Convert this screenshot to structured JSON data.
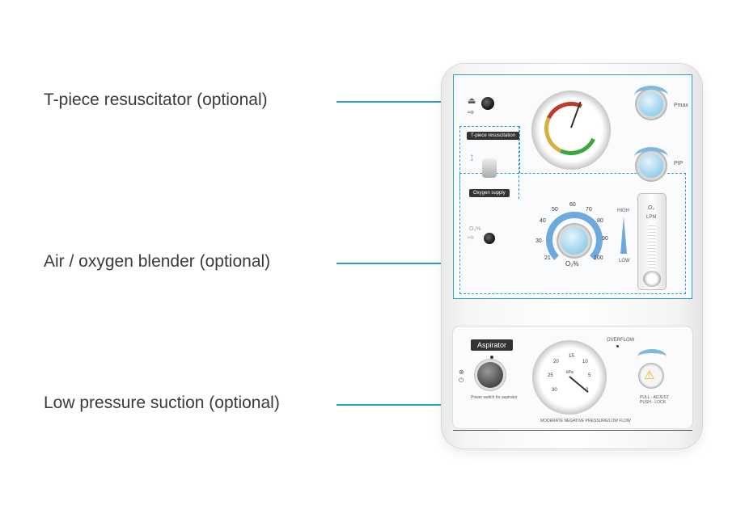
{
  "callouts": [
    {
      "label": "T-piece resuscitator (optional)"
    },
    {
      "label": "Air / oxygen blender (optional)"
    },
    {
      "label": "Low pressure suction (optional)"
    }
  ],
  "device": {
    "pmax_label": "Pmax",
    "pip_label": "PIP",
    "tpiece_tag": "T-piece resuscitation",
    "oxygen_tag": "Oxygen supply",
    "blender_scale": [
      "21",
      "30",
      "40",
      "50",
      "60",
      "70",
      "80",
      "90",
      "100"
    ],
    "blender_unit": "O₂%",
    "o2_label": "O₂%",
    "flow_high": "HIGH",
    "flow_low": "LOW",
    "flow_o2": "O₂",
    "flow_unit": "LPM",
    "aspirator_tag": "Aspirator",
    "overflow_label": "OVERFLOW",
    "power_caption": "Power switch for aspirator",
    "bottom_caption": "MODERATE NEGATIVE PRESSURE/LOW FLOW",
    "pull_label": "PULL - ADJUST",
    "push_label": "PUSH - LOCK",
    "gauge_unit": "kPa",
    "suction_scale": [
      "0",
      "5",
      "10",
      "15",
      "20",
      "25",
      "30"
    ],
    "warning_icon": "warning-triangle-icon",
    "accent_color": "#2a9fc7"
  }
}
